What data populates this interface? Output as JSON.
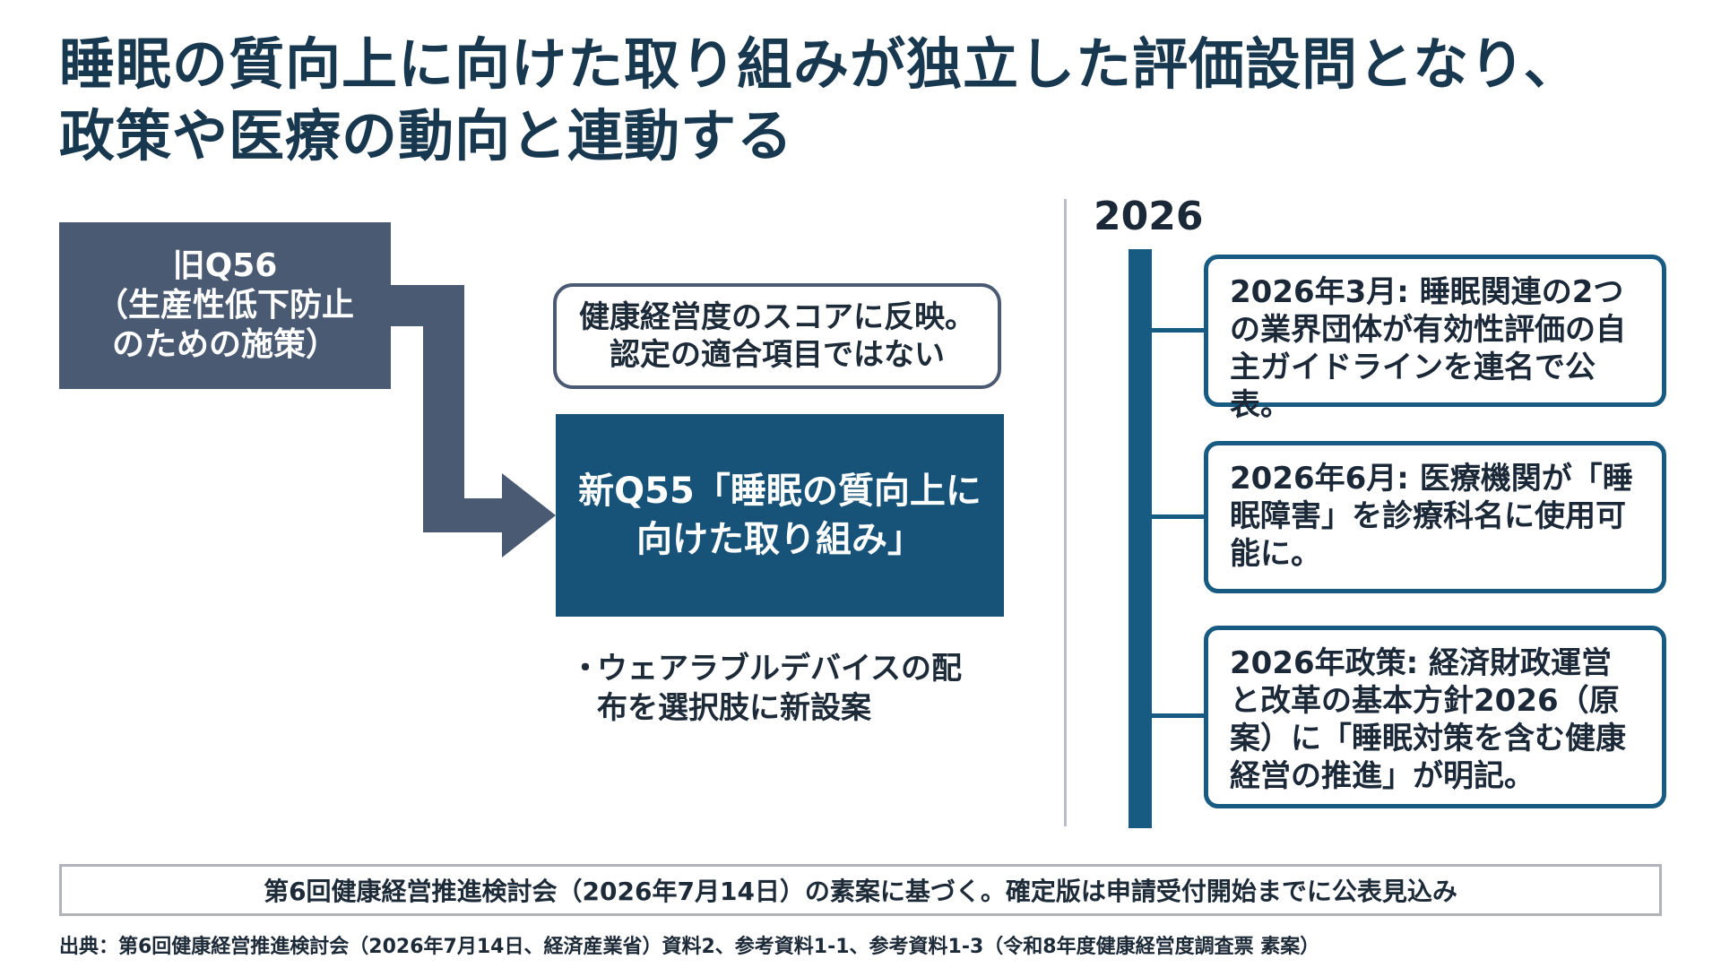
{
  "title": {
    "line1": "睡眠の質向上に向けた取り組みが独立した評価設問となり、",
    "line2": "政策や医療の動向と連動する"
  },
  "old_item": {
    "line1": "旧Q56",
    "line2": "（生産性低下防止",
    "line3": "のための施策）"
  },
  "note": {
    "line1": "健康経営度のスコアに反映。",
    "line2": "認定の適合項目ではない"
  },
  "new_item": {
    "line1": "新Q55「睡眠の質向上に",
    "line2": "向けた取り組み」"
  },
  "bullet": {
    "marker": "・",
    "text": "ウェアラブルデバイスの配布を選択肢に新設案"
  },
  "timeline": {
    "year": "2026",
    "events": [
      {
        "text": "2026年3月: 睡眠関連の2つの業界団体が有効性評価の自主ガイドラインを連名で公表。"
      },
      {
        "text": "2026年6月: 医療機関が「睡眠障害」を診療科名に使用可能に。"
      },
      {
        "text": "2026年政策: 経済財政運営と改革の基本方針2026（原案）に「睡眠対策を含む健康経営の推進」が明記。"
      }
    ]
  },
  "footnote": "第6回健康経営推進検討会（2026年7月14日）の素案に基づく。確定版は申請受付開始までに公表見込み",
  "source": "出典：第6回健康経営推進検討会（2026年7月14日、経済産業省）資料2、参考資料1-1、参考資料1-3（令和8年度健康経営度調査票 素案）",
  "colors": {
    "old_box": "#4a5a72",
    "new_box": "#175378",
    "timeline": "#175a82",
    "title": "#183850"
  }
}
